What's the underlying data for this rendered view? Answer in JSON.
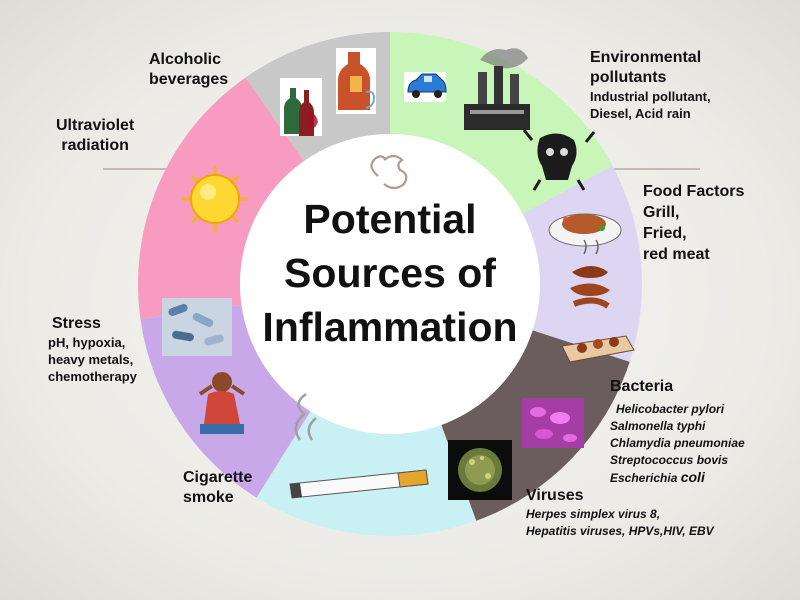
{
  "title": {
    "line1": "Potential",
    "line2": "Sources of",
    "line3": "Inflammation"
  },
  "ornament": "ƒ",
  "colors": {
    "alcohol": "#c8c8c8",
    "environment": "#c8f5b8",
    "food": "#ddd6f3",
    "bacteria": "#6b5d5d",
    "cigarette": "#c9f1f3",
    "stress": "#c9a8ea",
    "uv": "#f79cc0"
  },
  "segments": {
    "alcohol": {
      "title_line1": "Alcoholic",
      "title_line2": "beverages"
    },
    "environment": {
      "title_line1": "Environmental",
      "title_line2": "pollutants",
      "detail_line1": "Industrial pollutant,",
      "detail_line2": "Diesel, Acid rain"
    },
    "food": {
      "title": "Food Factors",
      "line1": "Grill,",
      "line2": "Fried,",
      "line3": "red meat"
    },
    "bacteria": {
      "title": "Bacteria",
      "items": [
        "Helicobacter pylori",
        "Salmonella typhi",
        "Chlamydia pneumoniae",
        "Streptococcus bovis",
        "Escherichia"
      ],
      "last_suffix": "coli"
    },
    "viruses": {
      "title": "Viruses",
      "line1": "Herpes simplex virus 8,",
      "line2": "Hepatitis viruses, HPVs,HIV, EBV"
    },
    "cigarette": {
      "title_line1": "Cigarette",
      "title_line2": "smoke"
    },
    "stress": {
      "title": "Stress",
      "line1": "pH, hypoxia,",
      "line2": "heavy metals,",
      "line3": "chemotherapy"
    },
    "uv": {
      "title_line1": "Ultraviolet",
      "title_line2": "radiation"
    }
  }
}
